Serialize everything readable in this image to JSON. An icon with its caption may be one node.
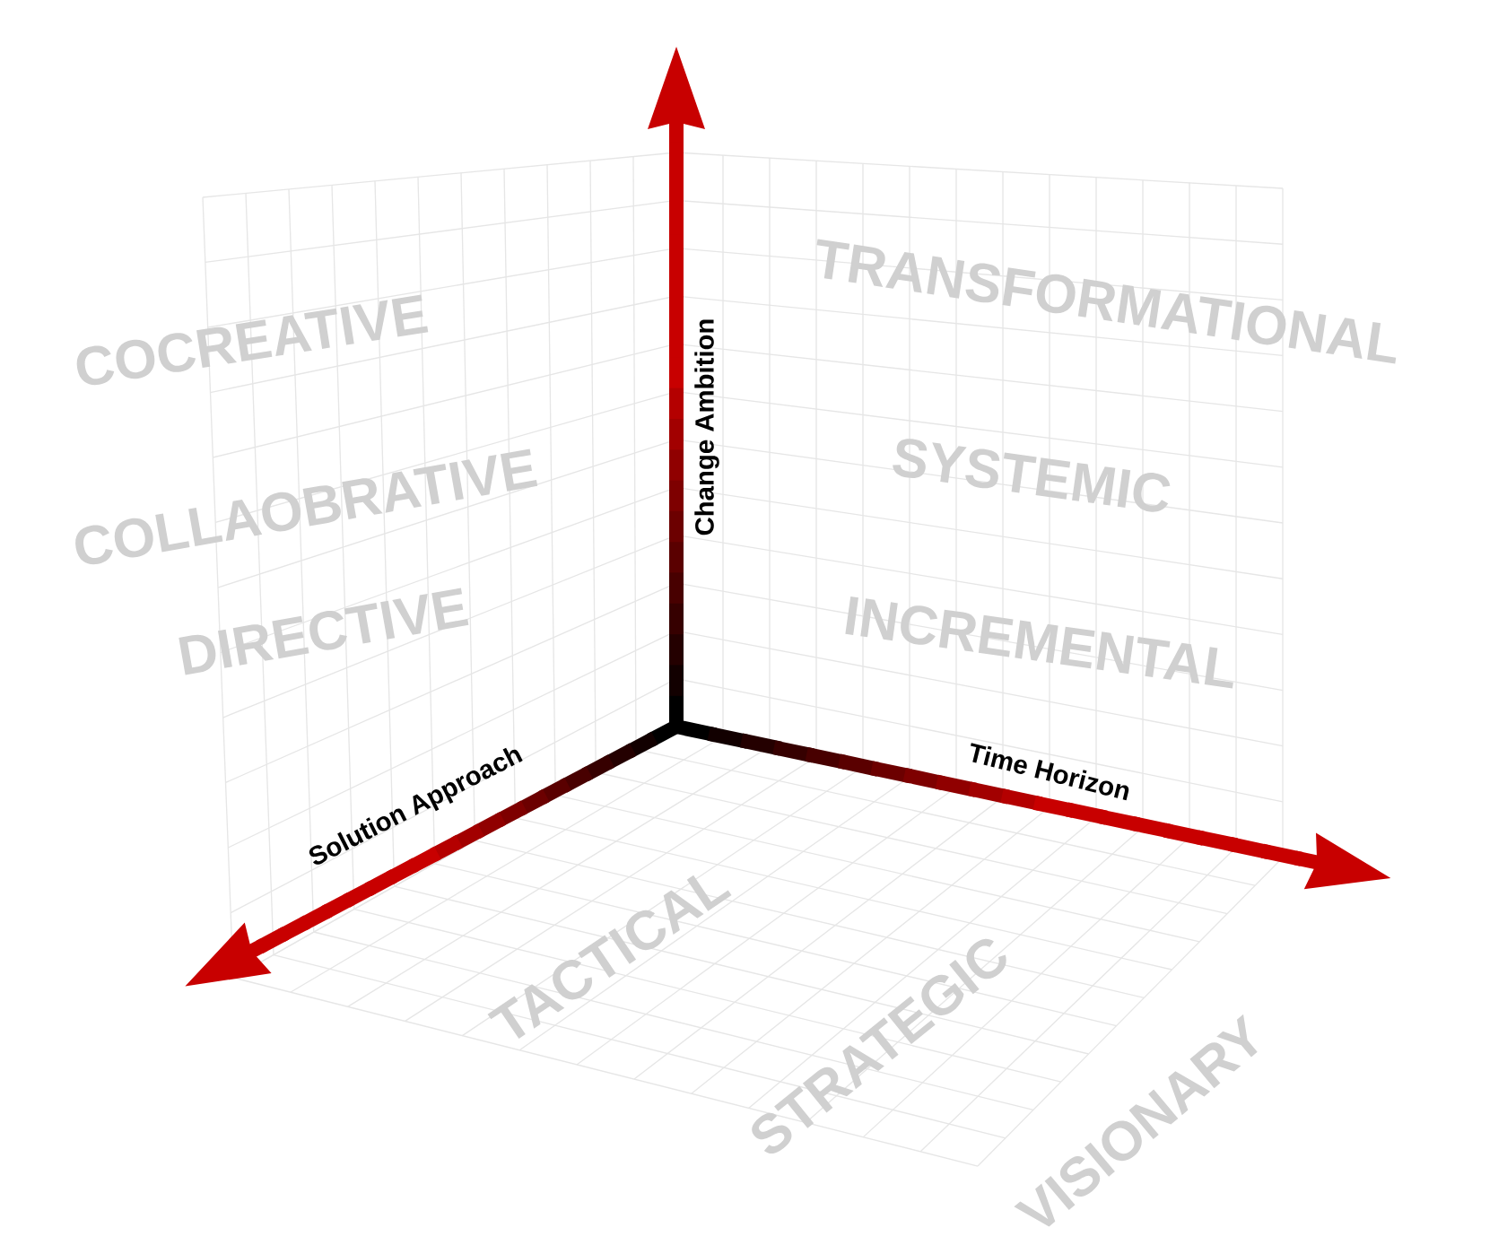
{
  "diagram": {
    "labels": [
      "Change Ambition",
      "TRANSFORMATIONAL",
      "COCREATIVE",
      "SYSTEMIC",
      "COLLAOBRATIVE",
      "INCREMENTAL",
      "DIRECTIVE",
      "Solution Approach",
      "Time Horizon",
      "TACTICAL",
      "STRATEGIC",
      "VISIONARY"
    ]
  }
}
